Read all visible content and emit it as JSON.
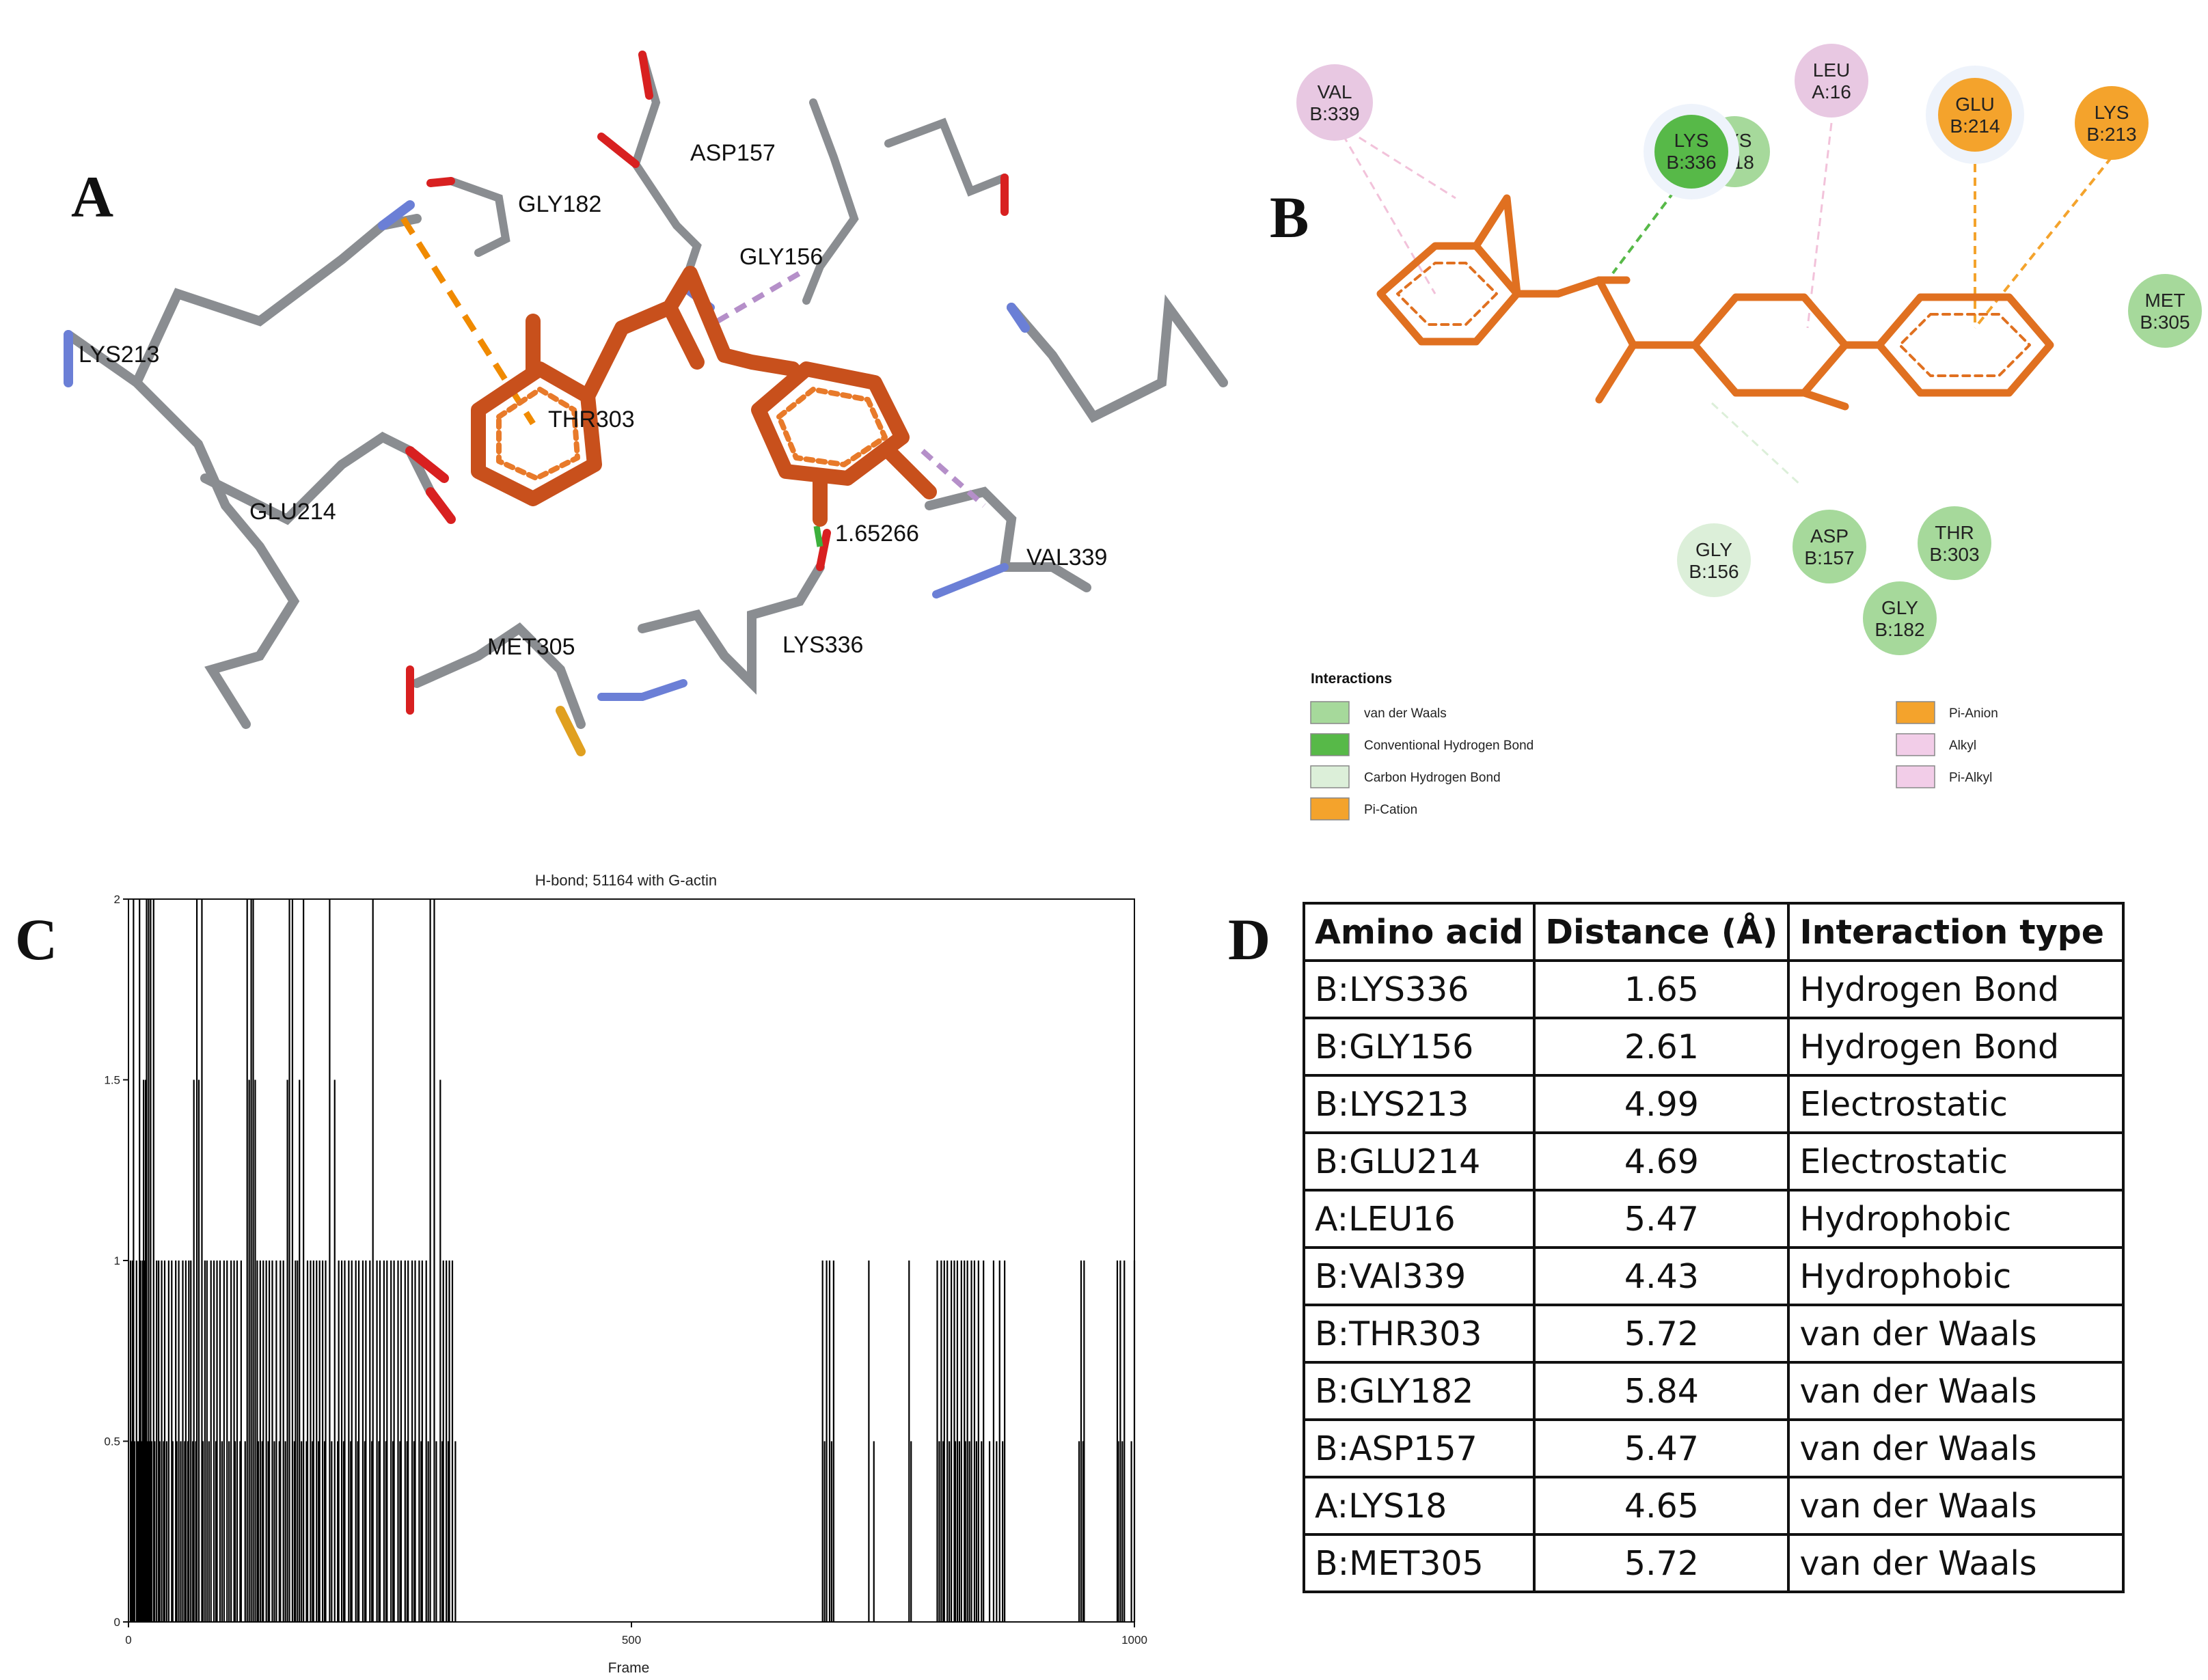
{
  "panels": {
    "a": "A",
    "b": "B",
    "c": "C",
    "d": "D"
  },
  "panel_a": {
    "residue_labels": [
      "GLY182",
      "ASP157",
      "GLY156",
      "LYS213",
      "THR303",
      "GLU214",
      "VAL339",
      "MET305",
      "LYS336"
    ],
    "distance_label": "1.65266",
    "colors": {
      "ligand": "#d2691e",
      "ligand_dark": "#b5400f",
      "stick": "#8a8d91",
      "hydrogen": "#d9d9d9",
      "nitrogen": "#6b7fd6",
      "oxygen": "#d82020",
      "sulfur": "#e0a020",
      "pi_cation": "#f08a00",
      "hbond": "#3cb03c",
      "alkyl": "#b58fc9"
    }
  },
  "panel_b": {
    "residues": [
      {
        "line1": "VAL",
        "line2": "B:339",
        "color": "#e8c8e2"
      },
      {
        "line1": "LYS",
        "line2": "B:336",
        "color": "#57b948"
      },
      {
        "line1": "LYS",
        "line2": "A:18",
        "color": "#a6d99b"
      },
      {
        "line1": "LEU",
        "line2": "A:16",
        "color": "#e8c8e2"
      },
      {
        "line1": "GLU",
        "line2": "B:214",
        "color": "#f4a32c"
      },
      {
        "line1": "LYS",
        "line2": "B:213",
        "color": "#f4a32c"
      },
      {
        "line1": "MET",
        "line2": "B:305",
        "color": "#a6d99b"
      },
      {
        "line1": "GLY",
        "line2": "B:156",
        "color": "#dcefd9"
      },
      {
        "line1": "ASP",
        "line2": "B:157",
        "color": "#a6d99b"
      },
      {
        "line1": "THR",
        "line2": "B:303",
        "color": "#a6d99b"
      },
      {
        "line1": "GLY",
        "line2": "B:182",
        "color": "#a6d99b"
      }
    ],
    "legend_title": "Interactions",
    "legend": [
      {
        "label": "van der Waals",
        "color": "#a6d99b"
      },
      {
        "label": "Conventional Hydrogen Bond",
        "color": "#57b948"
      },
      {
        "label": "Carbon Hydrogen Bond",
        "color": "#dcefd9"
      },
      {
        "label": "Pi-Cation",
        "color": "#f4a32c"
      },
      {
        "label": "Pi-Anion",
        "color": "#f4a32c"
      },
      {
        "label": "Alkyl",
        "color": "#f2cde8"
      },
      {
        "label": "Pi-Alkyl",
        "color": "#f2cde8"
      }
    ],
    "ligand_color": "#e07020"
  },
  "chart_data": {
    "type": "bar",
    "title": "H-bond; 51164 with G-actin",
    "xlabel": "Frame",
    "ylabel": "",
    "xlim": [
      0,
      1000
    ],
    "ylim": [
      0,
      2
    ],
    "x_ticks": [
      "0",
      "500",
      "1000"
    ],
    "y_ticks": [
      "0",
      "0.5",
      "1",
      "1.5",
      "2"
    ],
    "bar_color": "#000000",
    "frames_value_2": [
      5,
      11,
      18,
      20,
      22,
      25,
      68,
      73,
      118,
      122,
      124,
      160,
      163,
      174,
      200,
      243,
      300,
      304
    ],
    "frames_value_1_5": [
      15,
      17,
      65,
      70,
      120,
      126,
      158,
      170,
      205,
      310
    ],
    "frames_value_1": [
      2,
      4,
      8,
      12,
      14,
      16,
      28,
      30,
      33,
      36,
      40,
      43,
      47,
      50,
      54,
      57,
      60,
      62,
      76,
      78,
      82,
      85,
      88,
      91,
      95,
      98,
      102,
      105,
      108,
      112,
      128,
      131,
      134,
      137,
      140,
      143,
      147,
      151,
      154,
      166,
      168,
      178,
      181,
      184,
      187,
      190,
      193,
      196,
      209,
      212,
      215,
      219,
      222,
      226,
      229,
      233,
      236,
      240,
      247,
      250,
      254,
      257,
      261,
      264,
      268,
      271,
      275,
      278,
      282,
      285,
      289,
      292,
      296,
      313,
      316,
      319,
      322,
      690,
      694,
      697,
      701,
      736,
      776,
      804,
      808,
      811,
      814,
      818,
      821,
      824,
      828,
      831,
      834,
      838,
      841,
      845,
      850,
      860,
      866,
      871,
      947,
      950,
      983,
      986,
      990,
      1000
    ],
    "frames_value_0_5": [
      3,
      6,
      9,
      10,
      13,
      19,
      21,
      23,
      26,
      31,
      35,
      38,
      44,
      48,
      52,
      56,
      59,
      64,
      67,
      74,
      80,
      87,
      93,
      100,
      106,
      111,
      116,
      129,
      133,
      139,
      145,
      150,
      156,
      165,
      172,
      177,
      183,
      189,
      195,
      202,
      208,
      214,
      221,
      228,
      235,
      242,
      249,
      256,
      263,
      270,
      277,
      284,
      291,
      298,
      306,
      312,
      318,
      325,
      692,
      699,
      741,
      778,
      806,
      810,
      816,
      822,
      826,
      832,
      836,
      843,
      848,
      856,
      863,
      869,
      945,
      949,
      984,
      988,
      997
    ]
  },
  "table_d": {
    "headers": [
      "Amino acid",
      "Distance (Å)",
      "Interaction type"
    ],
    "rows": [
      [
        "B:LYS336",
        "1.65",
        "Hydrogen Bond"
      ],
      [
        "B:GLY156",
        "2.61",
        "Hydrogen Bond"
      ],
      [
        "B:LYS213",
        "4.99",
        "Electrostatic"
      ],
      [
        "B:GLU214",
        "4.69",
        "Electrostatic"
      ],
      [
        "A:LEU16",
        "5.47",
        "Hydrophobic"
      ],
      [
        "B:VAl339",
        "4.43",
        "Hydrophobic"
      ],
      [
        "B:THR303",
        "5.72",
        "van der Waals"
      ],
      [
        "B:GLY182",
        "5.84",
        "van der Waals"
      ],
      [
        "B:ASP157",
        "5.47",
        "van der Waals"
      ],
      [
        "A:LYS18",
        "4.65",
        "van der Waals"
      ],
      [
        "B:MET305",
        "5.72",
        "van der Waals"
      ]
    ]
  }
}
